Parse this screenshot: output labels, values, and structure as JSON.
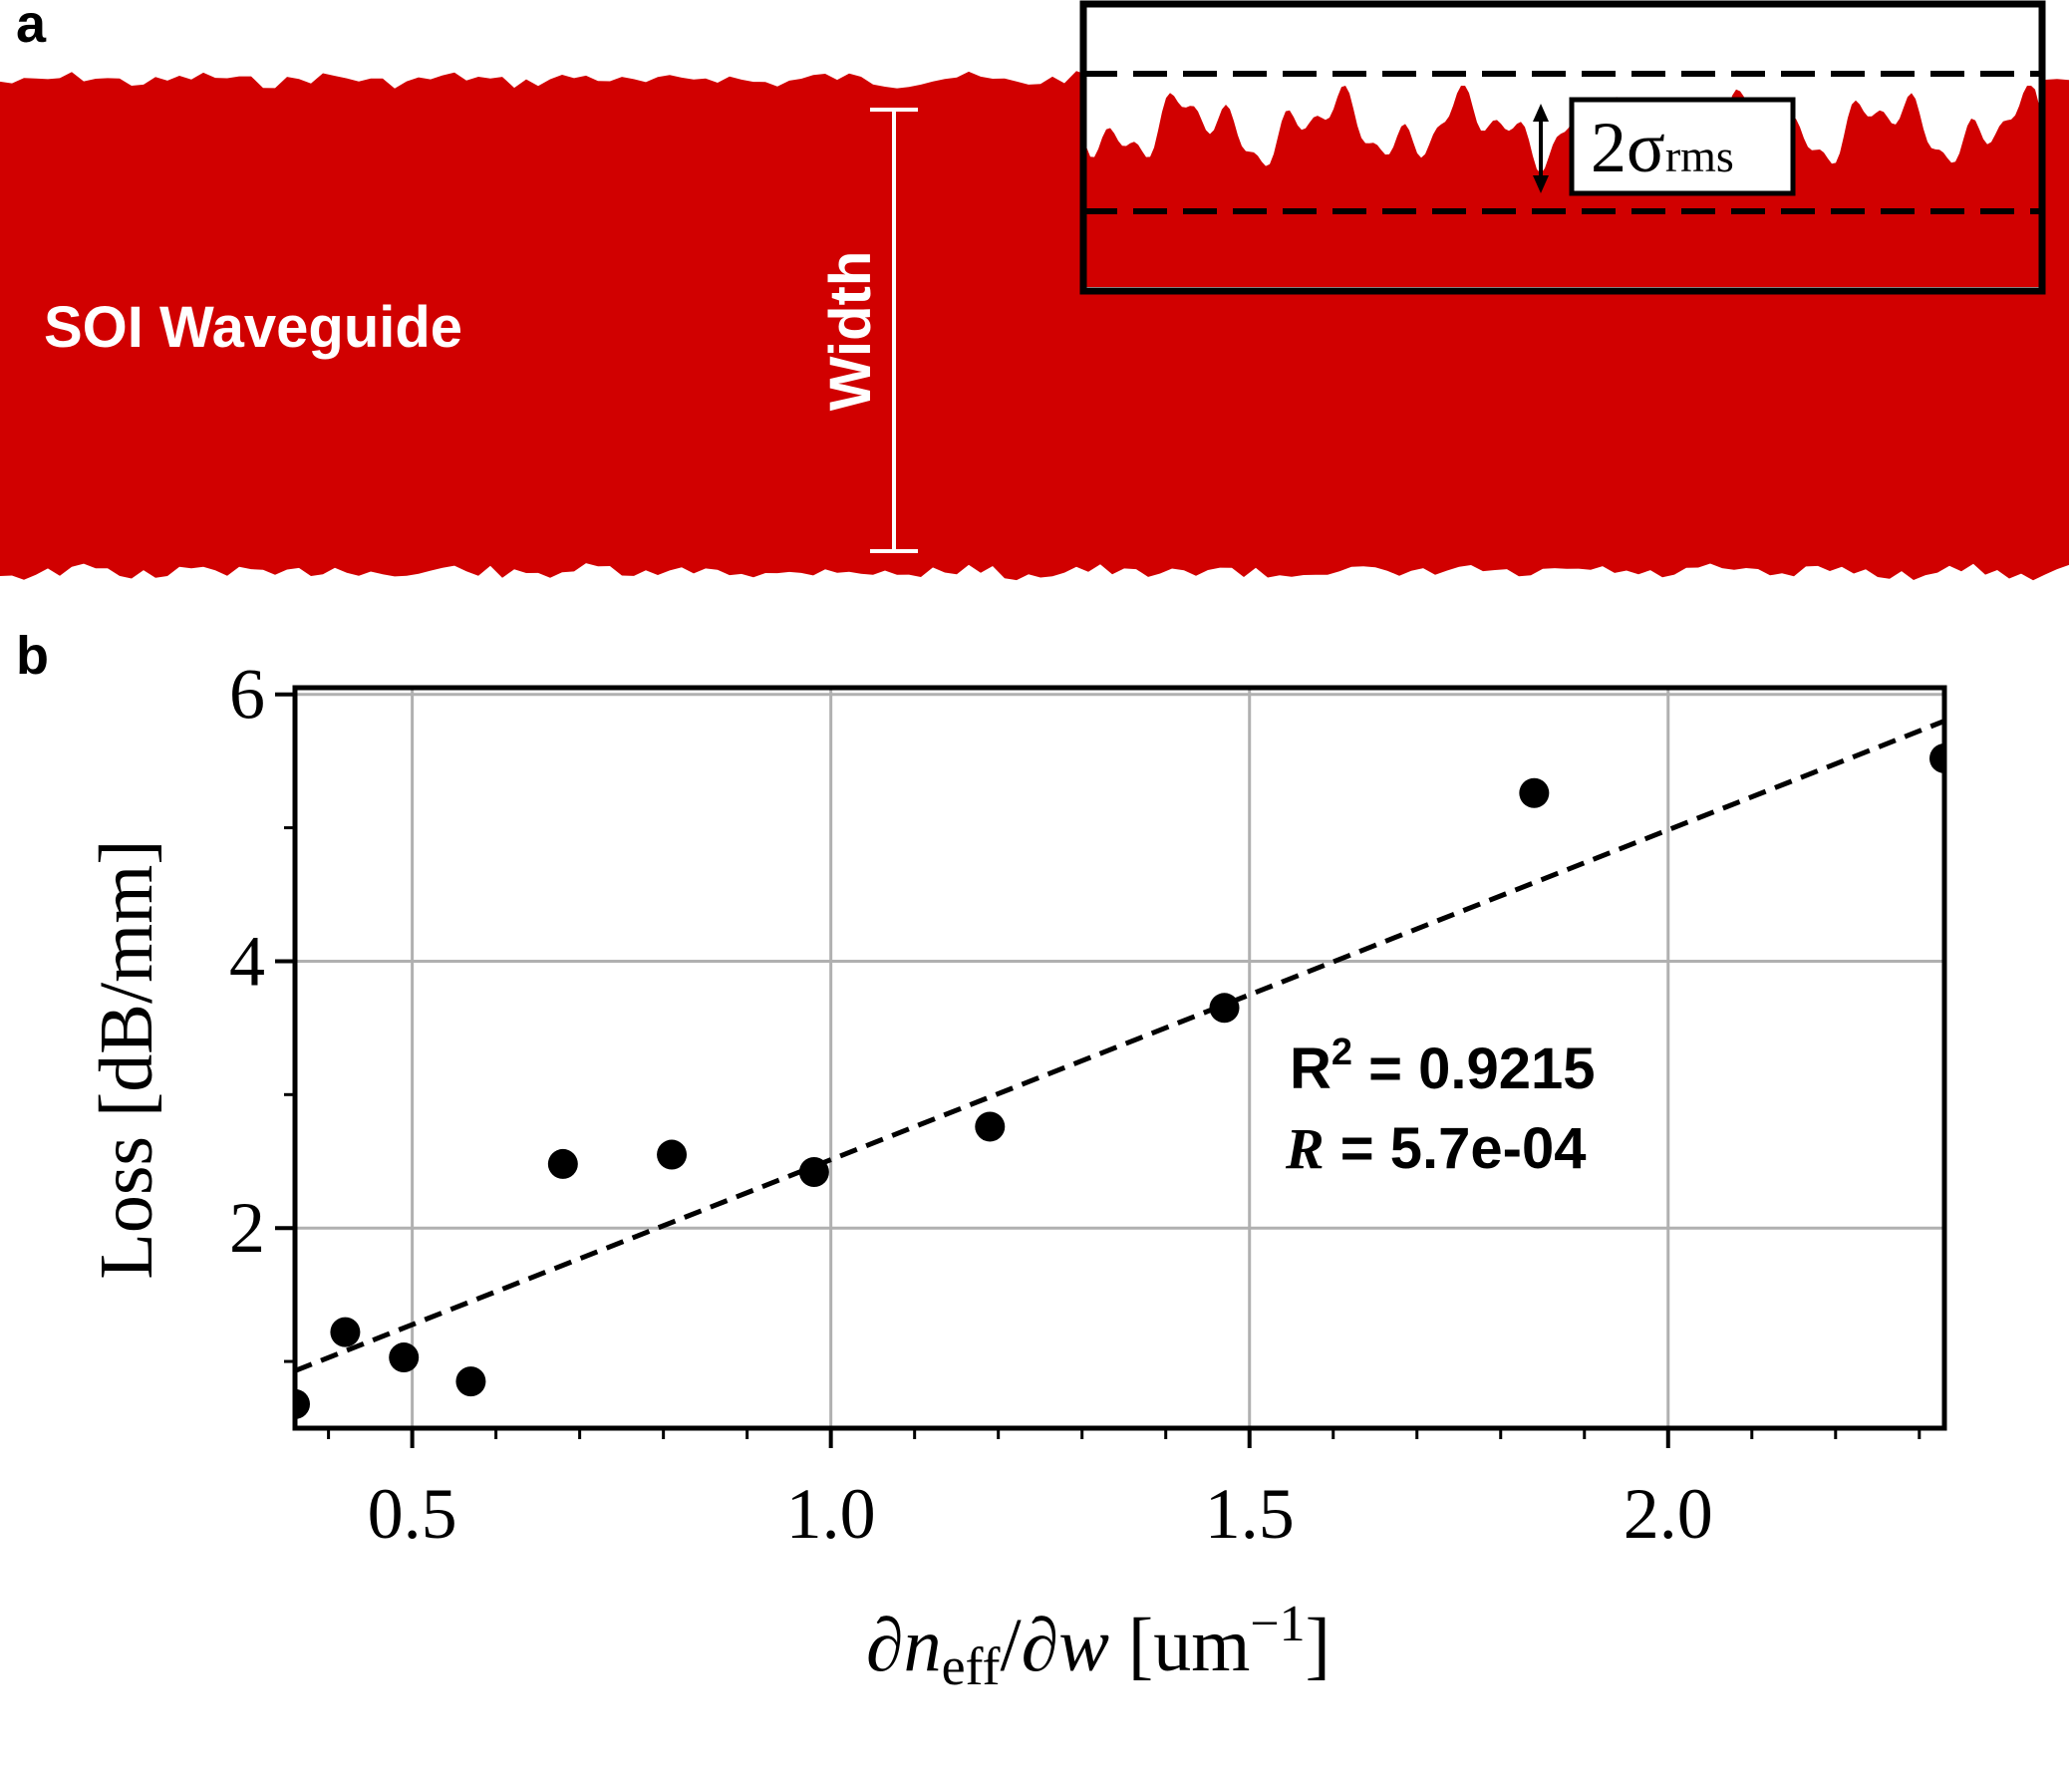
{
  "panels": {
    "a": {
      "label": "a",
      "waveguide_label": "SOI Waveguide",
      "width_label": "Width",
      "inset_label_main": "2σ",
      "inset_label_sub": "rms",
      "waveguide_color": "#d10000"
    },
    "b": {
      "label": "b"
    }
  },
  "chart_data": {
    "type": "scatter",
    "xlabel": {
      "prefix": "∂",
      "n": "n",
      "sub": "eff",
      "mid": "/∂",
      "w": "w",
      "unit": " [um",
      "sup": "−1",
      "close": "]"
    },
    "ylabel": "Loss [dB/mm]",
    "xlim": [
      0.36,
      2.33
    ],
    "ylim": [
      0.5,
      6.05
    ],
    "xticks": [
      0.5,
      1.0,
      1.5,
      2.0
    ],
    "xtick_labels": [
      "0.5",
      "1.0",
      "1.5",
      "2.0"
    ],
    "xminor": [
      0.4,
      0.6,
      0.7,
      0.8,
      0.9,
      1.1,
      1.2,
      1.3,
      1.4,
      1.6,
      1.7,
      1.8,
      1.9,
      2.1,
      2.2,
      2.3
    ],
    "yticks": [
      2,
      4,
      6
    ],
    "ytick_labels": [
      "2",
      "4",
      "6"
    ],
    "yminor": [
      1,
      3,
      5
    ],
    "grid": true,
    "series": [
      {
        "x": [
          0.36,
          0.42,
          0.49,
          0.57,
          0.68,
          0.81,
          0.98,
          1.19,
          1.47,
          1.84,
          2.33
        ],
        "y": [
          0.68,
          1.22,
          1.03,
          0.85,
          2.48,
          2.55,
          2.42,
          2.76,
          3.65,
          5.26,
          5.52
        ]
      }
    ],
    "fit_line": {
      "x": [
        0.36,
        2.33
      ],
      "y": [
        0.93,
        5.8
      ]
    },
    "annotations": {
      "r2_main": "R",
      "r2_sup": "2",
      "r2_value": " = 0.9215",
      "r_main": "R",
      "r_value": " = 5.7e-04"
    }
  }
}
